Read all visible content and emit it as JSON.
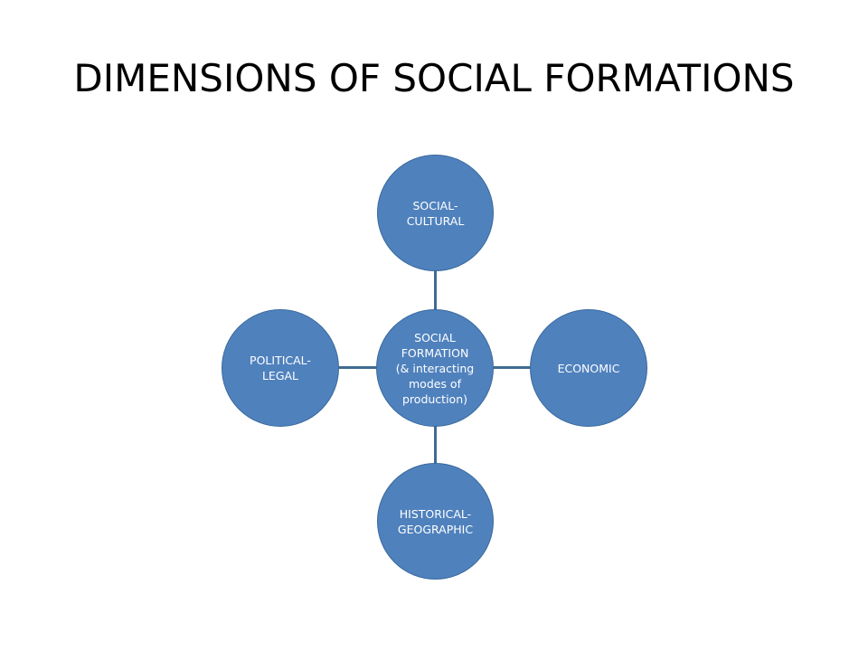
{
  "title": "DIMENSIONS OF SOCIAL FORMATIONS",
  "colors": {
    "node_fill": "#4f81bd",
    "node_border": "#3a6a9c",
    "connector": "#3f6b93",
    "text": "#ffffff"
  },
  "nodes": {
    "center": "SOCIAL\nFORMATION\n(& interacting\nmodes of\nproduction)",
    "top": "SOCIAL-\nCULTURAL",
    "left": "POLITICAL-\nLEGAL",
    "right": "ECONOMIC",
    "bottom": "HISTORICAL-\nGEOGRAPHIC"
  }
}
